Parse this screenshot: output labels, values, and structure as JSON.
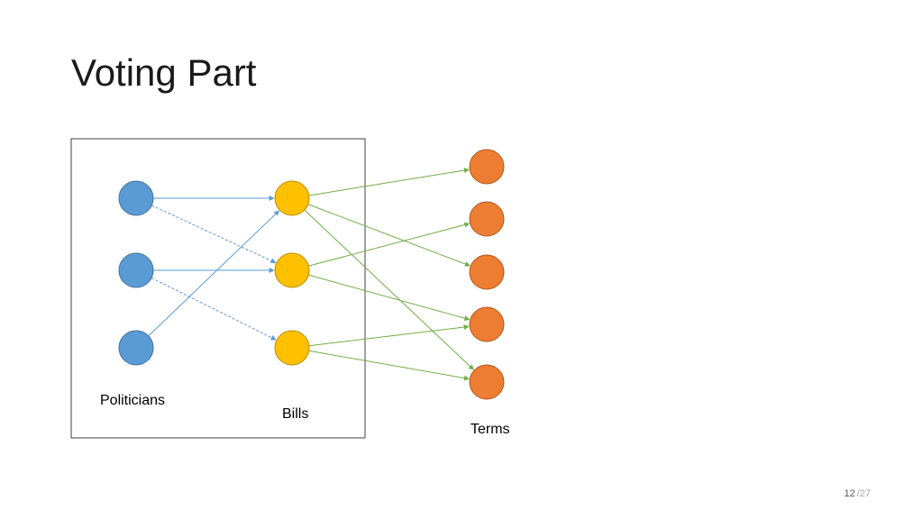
{
  "slide": {
    "title": "Voting Part",
    "page_current": "12",
    "page_separator": "/",
    "page_total": "27"
  },
  "diagram": {
    "group_labels": {
      "politicians": "Politicians",
      "bills": "Bills",
      "terms": "Terms"
    },
    "node_colors": {
      "politician": "#5b9bd5",
      "bill": "#ffc000",
      "term": "#ed7d31",
      "politician_to_bill_edge": "#5b9bd5",
      "bill_to_term_edge": "#70ad47"
    },
    "politician_bill_edges": [
      {
        "from": "politician-1",
        "to": "bill-1",
        "style": "solid"
      },
      {
        "from": "politician-1",
        "to": "bill-2",
        "style": "dashed"
      },
      {
        "from": "politician-2",
        "to": "bill-2",
        "style": "solid"
      },
      {
        "from": "politician-2",
        "to": "bill-3",
        "style": "dashed"
      },
      {
        "from": "politician-3",
        "to": "bill-1",
        "style": "solid"
      }
    ],
    "bill_term_edges": [
      {
        "from": "bill-1",
        "to": "term-1"
      },
      {
        "from": "bill-1",
        "to": "term-3"
      },
      {
        "from": "bill-1",
        "to": "term-5"
      },
      {
        "from": "bill-2",
        "to": "term-2"
      },
      {
        "from": "bill-2",
        "to": "term-4"
      },
      {
        "from": "bill-3",
        "to": "term-4"
      },
      {
        "from": "bill-3",
        "to": "term-5"
      }
    ]
  }
}
